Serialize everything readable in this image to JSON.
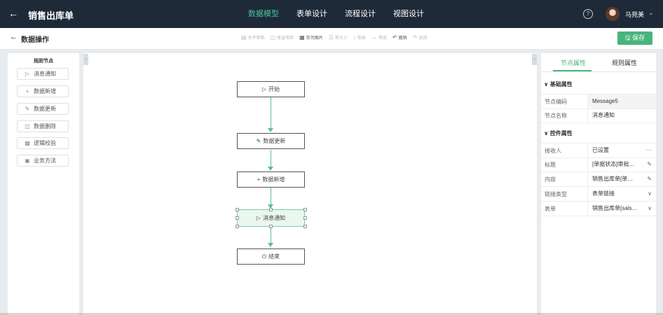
{
  "topbar": {
    "title": "销售出库单",
    "tabs": [
      {
        "label": "数据模型",
        "active": true
      },
      {
        "label": "表单设计",
        "active": false
      },
      {
        "label": "流程设计",
        "active": false
      },
      {
        "label": "视图设计",
        "active": false
      }
    ],
    "username": "马苑美"
  },
  "subbar": {
    "page_title": "数据操作",
    "save_label": "保存",
    "toolbar": [
      {
        "label": "水平等距",
        "icon": "align-horizontal-icon",
        "enabled": false
      },
      {
        "label": "垂直等距",
        "icon": "align-vertical-icon",
        "enabled": false
      },
      {
        "label": "存为图片",
        "icon": "image-icon",
        "enabled": true
      },
      {
        "label": "等大小",
        "icon": "same-size-icon",
        "enabled": false
      },
      {
        "label": "等高",
        "icon": "same-height-icon",
        "enabled": false
      },
      {
        "label": "等宽",
        "icon": "same-width-icon",
        "enabled": false
      },
      {
        "label": "撤销",
        "icon": "undo-icon",
        "enabled": true
      },
      {
        "label": "返回",
        "icon": "redo-icon",
        "enabled": false
      }
    ]
  },
  "left_panel": {
    "title": "规则节点",
    "items": [
      {
        "label": "消息通知",
        "icon": "megaphone-icon"
      },
      {
        "label": "数据新增",
        "icon": "plus-icon"
      },
      {
        "label": "数据更新",
        "icon": "pencil-icon"
      },
      {
        "label": "数据删除",
        "icon": "trash-icon"
      },
      {
        "label": "逻辑校验",
        "icon": "check-doc-icon"
      },
      {
        "label": "业务方法",
        "icon": "method-icon"
      }
    ]
  },
  "flow": {
    "nodes": [
      {
        "label": "开始",
        "icon": "play-icon"
      },
      {
        "label": "数据更新",
        "icon": "pencil-icon"
      },
      {
        "label": "数据新增",
        "icon": "plus-icon"
      },
      {
        "label": "消息通知",
        "icon": "megaphone-icon",
        "selected": true
      },
      {
        "label": "结束",
        "icon": "power-icon"
      }
    ]
  },
  "right_panel": {
    "tabs": [
      {
        "label": "节点属性",
        "active": true
      },
      {
        "label": "规则属性",
        "active": false
      }
    ],
    "basic_section": "基础属性",
    "basic_props": [
      {
        "label": "节点编码",
        "value": "Message5"
      },
      {
        "label": "节点名称",
        "value": "消息通知"
      }
    ],
    "control_section": "控件属性",
    "control_props": [
      {
        "label": "接收人",
        "value": "已设置",
        "suffix": "···"
      },
      {
        "label": "标题",
        "value": "[单据状态]审批…",
        "suffix": "edit"
      },
      {
        "label": "内容",
        "value": "销售出库单[单…",
        "suffix": "edit"
      },
      {
        "label": "链接类型",
        "value": "表单链接",
        "suffix": "chevron"
      },
      {
        "label": "表单",
        "value": "销售出库单[sals…",
        "suffix": "chevron"
      }
    ]
  },
  "colors": {
    "topbar_bg": "#1e2a38",
    "accent_green": "#47b47e",
    "tab_active": "#47c39b",
    "connector": "#5bbf91"
  }
}
